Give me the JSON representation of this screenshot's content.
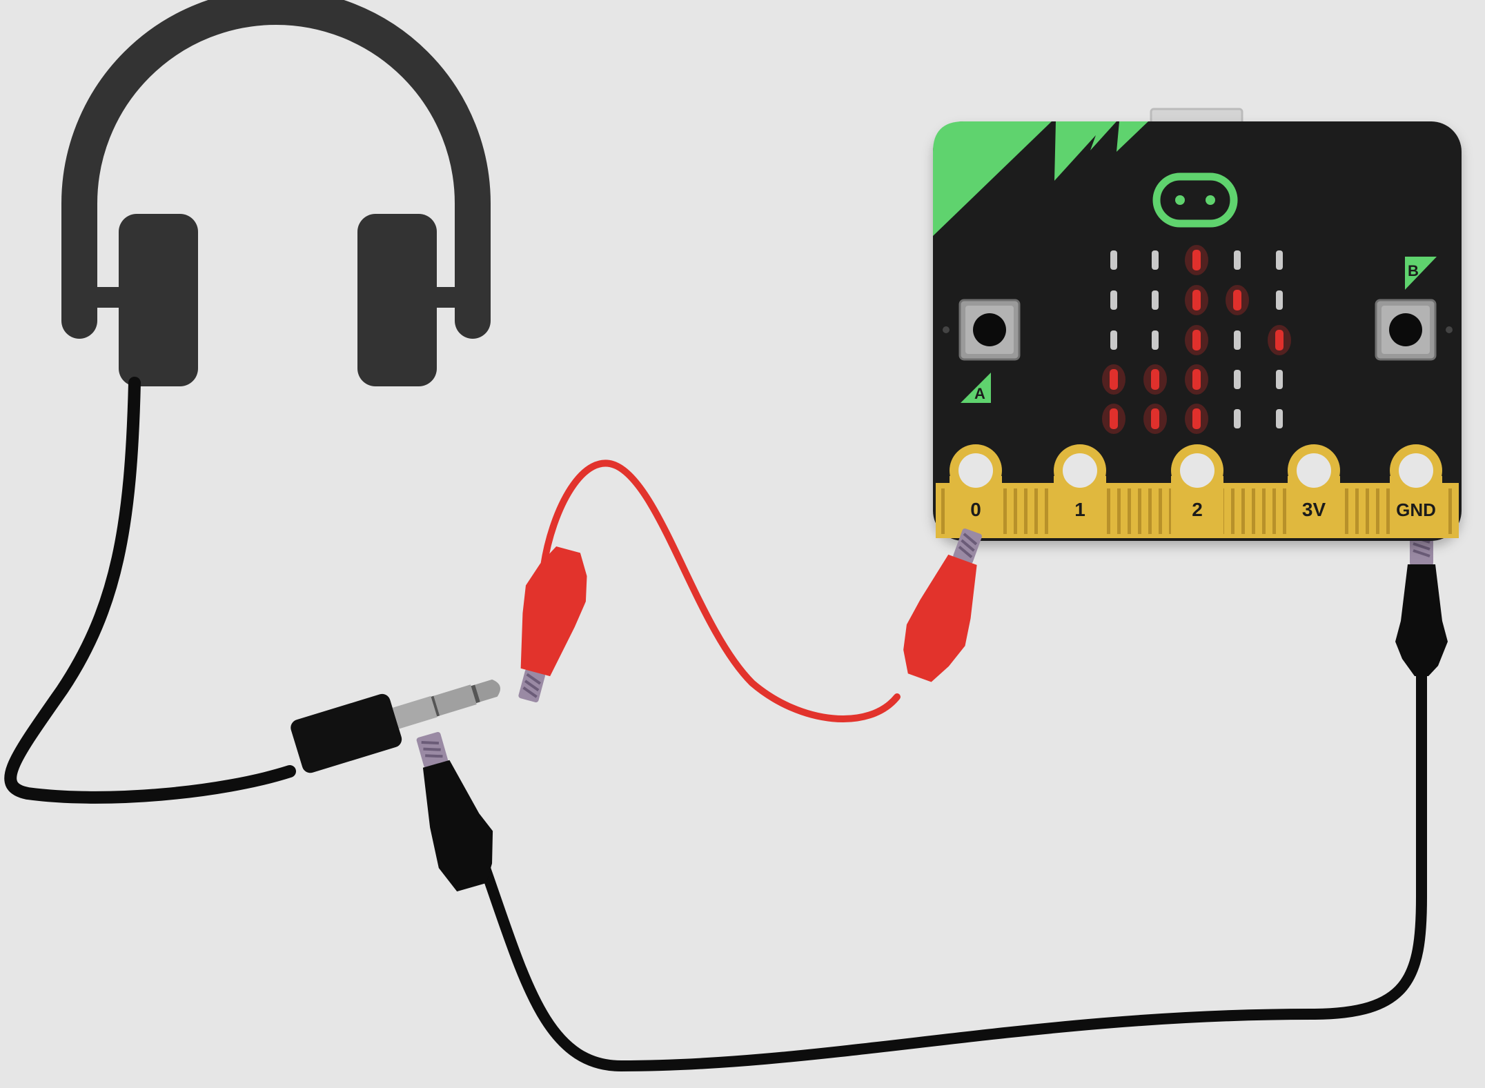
{
  "colors": {
    "background": "#e6e6e6",
    "headphone": "#333333",
    "board": "#1b1b1b",
    "board_accent": "#5fd36e",
    "edge_connector": "#e0b83e",
    "led_on": "#e0302c",
    "led_off": "#c9c9c9",
    "wire_red": "#e2332c",
    "wire_black": "#0d0d0d",
    "clip_metal": "#9a8aa4",
    "jack_metal": "#a9a9a9"
  },
  "board": {
    "button_a_label": "A",
    "button_b_label": "B",
    "pins": [
      {
        "label": "0"
      },
      {
        "label": "1"
      },
      {
        "label": "2"
      },
      {
        "label": "3V"
      },
      {
        "label": "GND"
      }
    ],
    "led_matrix": [
      [
        0,
        0,
        1,
        0,
        0
      ],
      [
        0,
        0,
        1,
        1,
        0
      ],
      [
        0,
        0,
        1,
        0,
        1
      ],
      [
        1,
        1,
        1,
        0,
        0
      ],
      [
        1,
        1,
        1,
        0,
        0
      ]
    ]
  },
  "icons": {
    "headphones": "headphones-icon",
    "audio_jack": "audio-jack-icon",
    "crocodile_clip": "crocodile-clip-icon"
  },
  "wiring": [
    {
      "from": "jack-tip",
      "to": "0",
      "color": "red"
    },
    {
      "from": "jack-sleeve",
      "to": "GND",
      "color": "black"
    }
  ]
}
